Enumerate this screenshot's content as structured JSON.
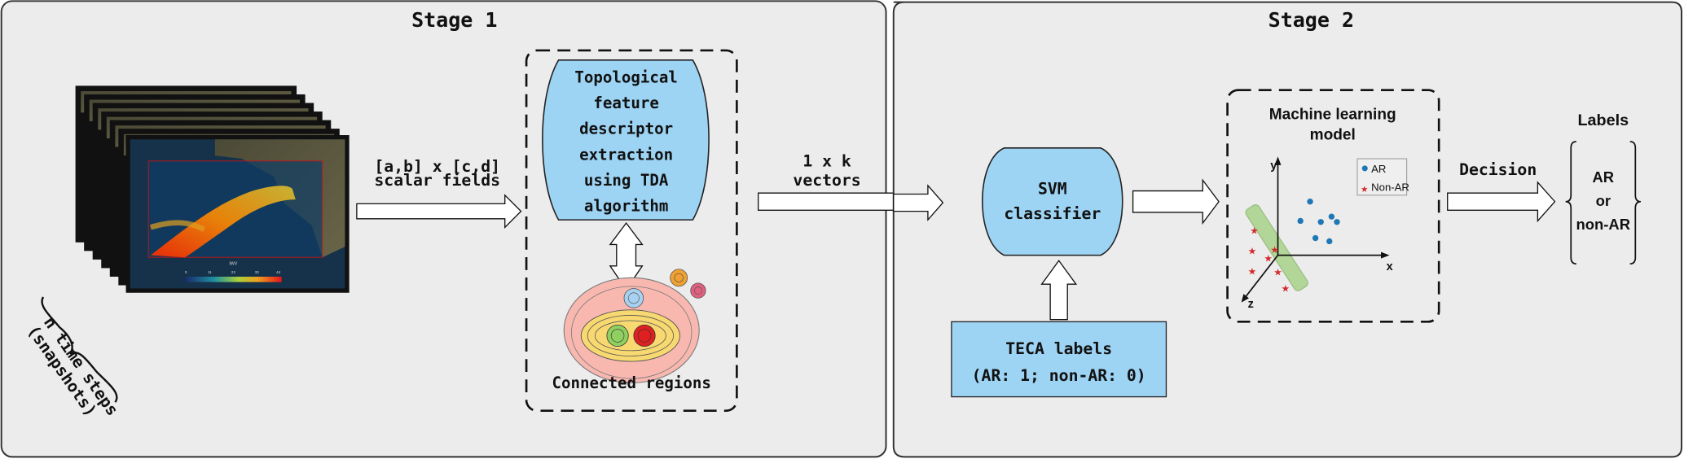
{
  "stage1": {
    "title": "Stage 1",
    "snapshot_caption_line1": "n time steps",
    "snapshot_caption_line2": "(snapshots)",
    "colorbar_title": "IWV",
    "colorbar_ticks": [
      "0",
      "11",
      "22",
      "33",
      "44"
    ],
    "input_label_line1": "[a,b] x [c,d]",
    "input_label_line2": "scalar fields",
    "tda_box_lines": [
      "Topological",
      "feature",
      "descriptor",
      "extraction",
      "using TDA",
      "algorithm"
    ],
    "connected_regions_label": "Connected regions"
  },
  "connector": {
    "vectors_line1": "1 x k",
    "vectors_line2": "vectors"
  },
  "stage2": {
    "title": "Stage 2",
    "svm_line1": "SVM",
    "svm_line2": "classifier",
    "teca_line1": "TECA labels",
    "teca_line2": "(AR: 1; non-AR: 0)",
    "ml_title_line1": "Machine learning",
    "ml_title_line2": "model",
    "axis_x": "x",
    "axis_y": "y",
    "axis_z": "z",
    "legend": [
      {
        "label": "AR",
        "marker": "circle",
        "color": "#1f77b4"
      },
      {
        "label": "Non-AR",
        "marker": "star",
        "color": "#d62728"
      }
    ],
    "decision_label": "Decision",
    "labels_title": "Labels",
    "labels_lines": [
      "AR",
      "or",
      "non-AR"
    ]
  },
  "colors": {
    "panel_bg": "#ececec",
    "box_blue": "#9dd3f3",
    "hyperplane": "#a8d38a"
  }
}
